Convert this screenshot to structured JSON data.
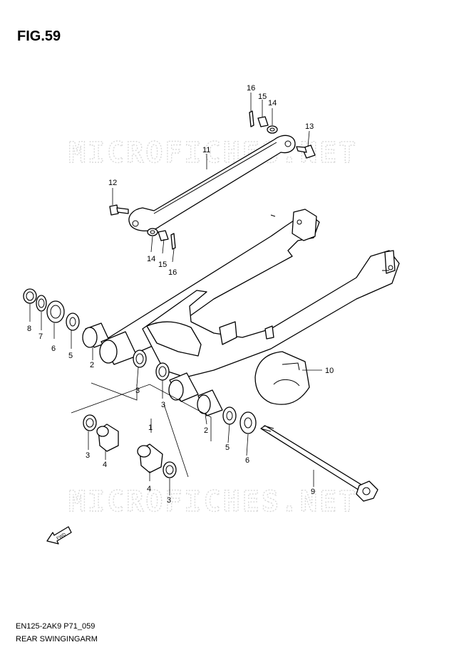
{
  "figure_title": "FIG.59",
  "watermark": "MICROFICHES.NET",
  "fwd_label": "FWD",
  "footer_code": "EN125-2AK9 P71_059",
  "footer_caption": "REAR SWINGINGARM",
  "callouts": {
    "p16_top": "16",
    "p15_top": "15",
    "p14_top": "14",
    "p13": "13",
    "p11": "11",
    "p12": "12",
    "p14_bot": "14",
    "p15_bot": "15",
    "p16_bot": "16",
    "p8": "8",
    "p7": "7",
    "p6_left": "6",
    "p5_left": "5",
    "p2_left": "2",
    "p3_a": "3",
    "p3_b": "3",
    "p1": "1",
    "p2_right": "2",
    "p3_c": "3",
    "p4_left": "4",
    "p4_mid": "4",
    "p3_d": "3",
    "p5_right": "5",
    "p6_right": "6",
    "p9": "9",
    "p10": "10"
  }
}
